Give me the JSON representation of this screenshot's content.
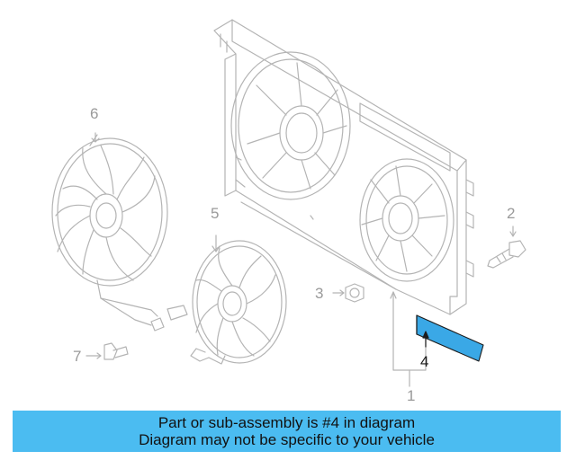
{
  "callouts": {
    "c1": "1",
    "c2": "2",
    "c3": "3",
    "c4": "4",
    "c5": "5",
    "c6": "6",
    "c7": "7"
  },
  "highlighted_part": "4",
  "banner": {
    "line1": "Part or sub-assembly is #4 in diagram",
    "line2": "Diagram may not be specific to your vehicle"
  },
  "colors": {
    "banner_bg": "#4bbcf1",
    "highlight_fill": "#3aa8e6",
    "line_art": "#b4b4b4"
  }
}
